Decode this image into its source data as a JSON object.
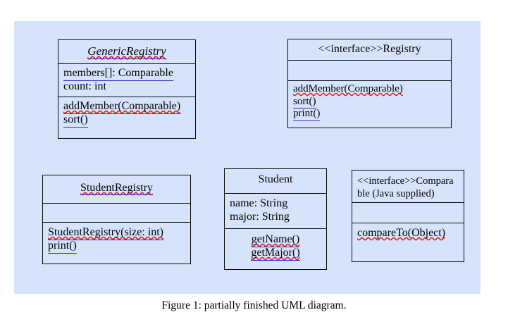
{
  "figure": {
    "caption": "Figure 1: partially finished UML diagram.",
    "panel_color": "#d6e4fb",
    "page_color": "#ffffff",
    "border_color": "#0a0a0a",
    "spellcheck_underline_color": "#e02020",
    "link_underline_color": "#2b2bd0"
  },
  "diagram": {
    "type": "uml-class-diagram",
    "classes": [
      {
        "id": "generic-registry",
        "name": "GenericRegistry",
        "abstract": true,
        "stereotype": "",
        "attributes": [
          "members[]: Comparable",
          "count: int"
        ],
        "methods": [
          "addMember(Comparable)",
          "sort()"
        ]
      },
      {
        "id": "registry",
        "name": "<<interface>>Registry",
        "abstract": false,
        "stereotype": "interface",
        "attributes": [],
        "methods": [
          "addMember(Comparable)",
          "sort()",
          "print()"
        ]
      },
      {
        "id": "student-registry",
        "name": "StudentRegistry",
        "abstract": false,
        "stereotype": "",
        "attributes": [],
        "methods": [
          "StudentRegistry(size: int)",
          "print()"
        ]
      },
      {
        "id": "student",
        "name": "Student",
        "abstract": false,
        "stereotype": "",
        "attributes": [
          "name: String",
          "major: String"
        ],
        "methods": [
          "getName()",
          "getMajor()"
        ]
      },
      {
        "id": "comparable",
        "name": "<<interface>>Comparable (Java supplied)",
        "name_line1": "<<interface>>Compara",
        "name_line2": "ble (Java supplied)",
        "abstract": false,
        "stereotype": "interface",
        "attributes": [],
        "methods": [
          "compareTo(Object)"
        ]
      }
    ]
  }
}
